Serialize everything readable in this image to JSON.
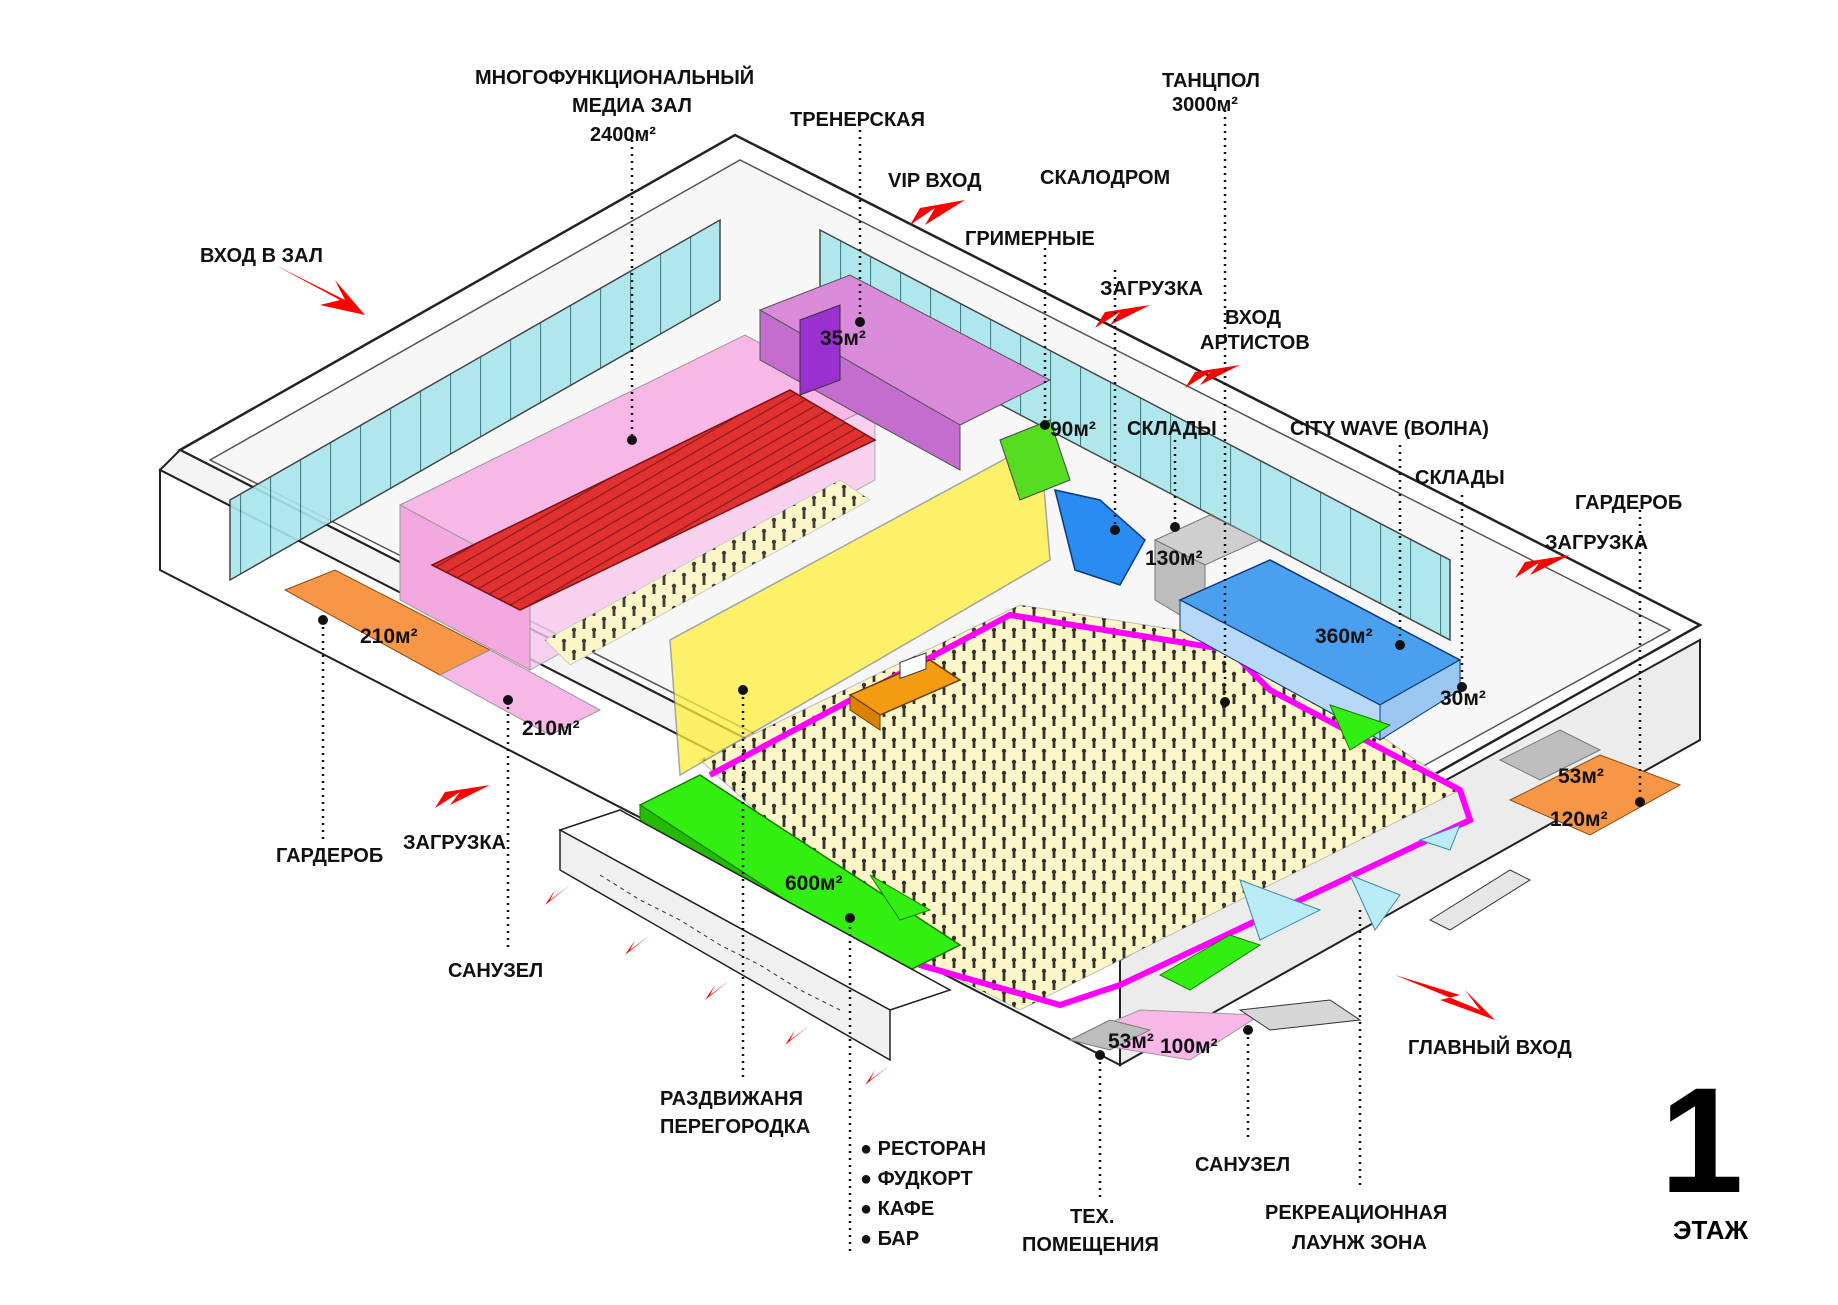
{
  "floor": {
    "number": "1",
    "label": "ЭТАЖ"
  },
  "labels": {
    "media_hall_1": "МНОГОФУНКЦИОНАЛЬНЫЙ",
    "media_hall_2": "МЕДИА ЗАЛ",
    "media_hall_area": "2400м²",
    "coach_room": "ТРЕНЕРСКАЯ",
    "vip_entry": "VIP ВХОД",
    "climbing_wall": "СКАЛОДРОМ",
    "dance_floor_1": "ТАНЦПОЛ",
    "dance_floor_area": "3000м²",
    "dressing_rooms": "ГРИМЕРНЫЕ",
    "loading_top": "ЗАГРУЗКА",
    "artist_entry_1": "ВХОД",
    "artist_entry_2": "АРТИСТОВ",
    "warehouses_1": "СКЛАДЫ",
    "city_wave": "CITY WAVE (ВОЛНА)",
    "warehouses_2": "СКЛАДЫ",
    "cloakroom_right": "ГАРДЕРОБ",
    "loading_right": "ЗАГРУЗКА",
    "hall_entry": "ВХОД В ЗАЛ",
    "cloakroom_left": "ГАРДЕРОБ",
    "loading_left": "ЗАГРУЗКА",
    "wc_left": "САНУЗЕЛ",
    "partition_1": "РАЗДВИЖАНЯ",
    "partition_2": "ПЕРЕГОРОДКА",
    "tech_1": "ТЕХ.",
    "tech_2": "ПОМЕЩЕНИЯ",
    "wc_bottom": "САНУЗЕЛ",
    "lounge_1": "РЕКРЕАЦИОННАЯ",
    "lounge_2": "ЛАУНЖ ЗОНА",
    "main_entry": "ГЛАВНЫЙ ВХОД"
  },
  "food_list": [
    "РЕСТОРАН",
    "ФУДКОРТ",
    "КАФЕ",
    "БАР"
  ],
  "areas": {
    "coach": "35м²",
    "dressing": "90м²",
    "warehouse_130": "130м²",
    "wave_360": "360м²",
    "warehouse_30": "30м²",
    "right_53": "53м²",
    "right_120": "120м²",
    "left_210a": "210м²",
    "left_210b": "210м²",
    "food_600": "600м²",
    "bottom_53": "53м²",
    "bottom_100": "100м²"
  },
  "colors": {
    "arrow": "#ff0000",
    "stage": "#f39c12",
    "media_pink": "#f7b8e8",
    "seats": "#e03030",
    "dance_floor": "#fdf6c8",
    "green": "#33ee11",
    "magenta": "#ff00ff",
    "blue": "#4aa0ee",
    "orange": "#f79646",
    "violet": "#9b30d0",
    "glass": "#a8e6ec"
  }
}
